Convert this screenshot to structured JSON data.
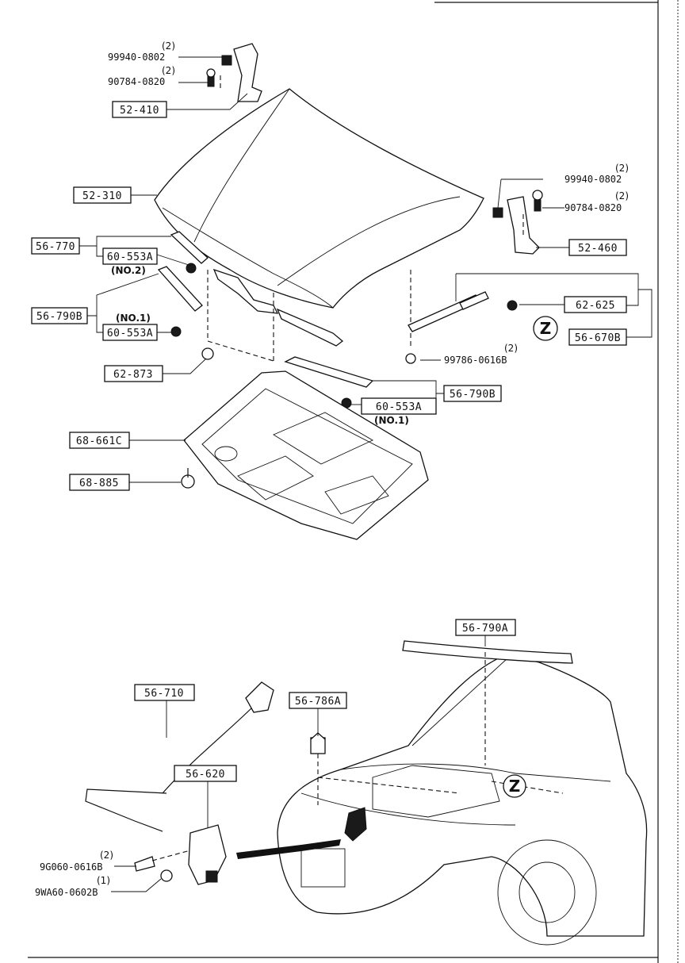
{
  "parts": {
    "p52_410": "52-410",
    "p52_310": "52-310",
    "p56_770": "56-770",
    "p60_553a_no2": "60-553A",
    "p56_790b_left": "56-790B",
    "p60_553a_no1_left": "60-553A",
    "p62_873": "62-873",
    "p68_661c": "68-661C",
    "p68_885": "68-885",
    "p52_460": "52-460",
    "p62_625": "62-625",
    "p56_670b": "56-670B",
    "p56_790b_right": "56-790B",
    "p60_553a_no1_right": "60-553A",
    "p56_790a": "56-790A",
    "p56_710": "56-710",
    "p56_786a": "56-786A",
    "p56_620": "56-620"
  },
  "bolts": {
    "b99940_left": "99940-0802",
    "b90784_left": "90784-0820",
    "b99940_right": "99940-0802",
    "b90784_right": "90784-0820",
    "b99786": "99786-0616B",
    "b9g060": "9G060-0616B",
    "b9wa60": "9WA60-0602B"
  },
  "quantities": {
    "q99940_left": "(2)",
    "q90784_left": "(2)",
    "q99940_right": "(2)",
    "q90784_right": "(2)",
    "q99786": "(2)",
    "q9g060": "(2)",
    "q9wa60": "(1)"
  },
  "notes": {
    "no2": "(NO.2)",
    "no1_left": "(NO.1)",
    "no1_right": "(NO.1)"
  },
  "markers": {
    "z_upper": "Z",
    "z_lower": "Z"
  }
}
